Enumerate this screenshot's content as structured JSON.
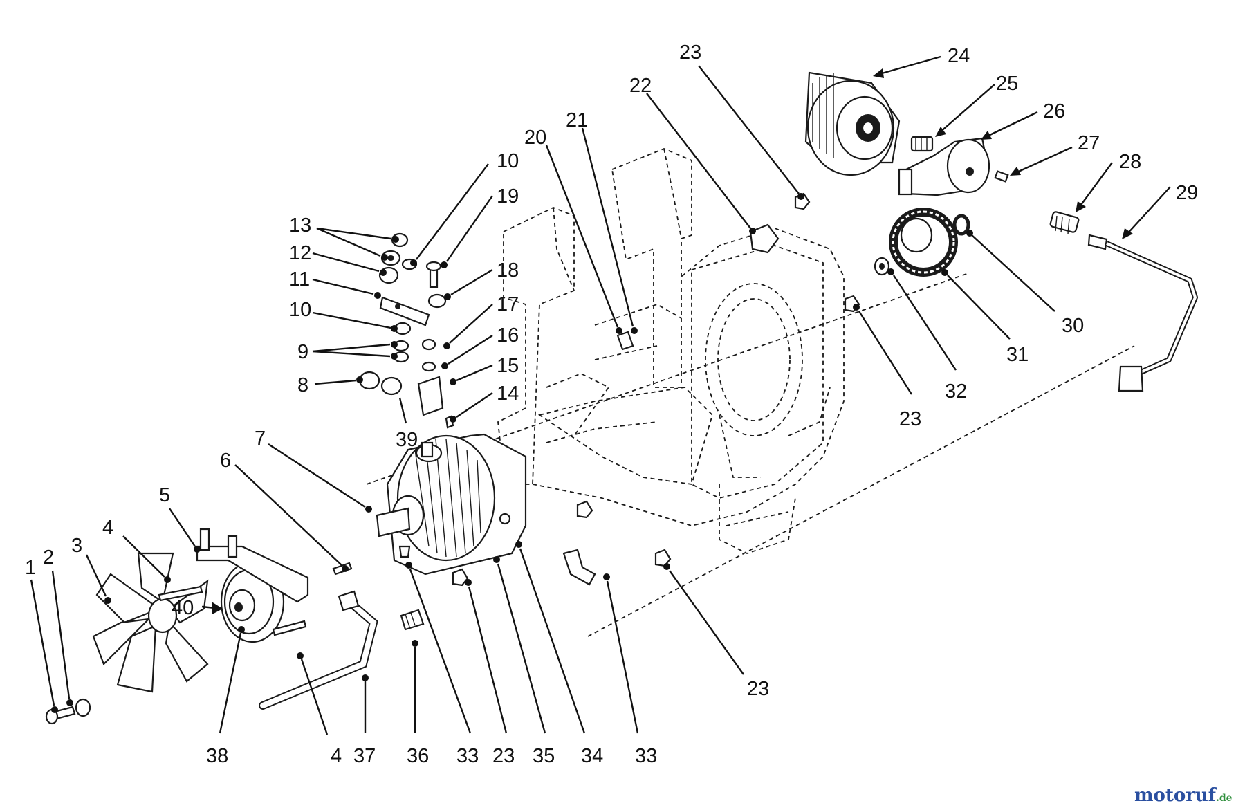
{
  "diagram": {
    "labels": [
      {
        "text": "1"
      },
      {
        "text": "2"
      },
      {
        "text": "3"
      },
      {
        "text": "4"
      },
      {
        "text": "5"
      },
      {
        "text": "6"
      },
      {
        "text": "7"
      },
      {
        "text": "8"
      },
      {
        "text": "9"
      },
      {
        "text": "10"
      },
      {
        "text": "10"
      },
      {
        "text": "11"
      },
      {
        "text": "12"
      },
      {
        "text": "13"
      },
      {
        "text": "14"
      },
      {
        "text": "15"
      },
      {
        "text": "16"
      },
      {
        "text": "17"
      },
      {
        "text": "18"
      },
      {
        "text": "19"
      },
      {
        "text": "20"
      },
      {
        "text": "21"
      },
      {
        "text": "22"
      },
      {
        "text": "23"
      },
      {
        "text": "24"
      },
      {
        "text": "25"
      },
      {
        "text": "26"
      },
      {
        "text": "27"
      },
      {
        "text": "28"
      },
      {
        "text": "29"
      },
      {
        "text": "30"
      },
      {
        "text": "31"
      },
      {
        "text": "32"
      },
      {
        "text": "23"
      },
      {
        "text": "23"
      },
      {
        "text": "23"
      },
      {
        "text": "38"
      },
      {
        "text": "4"
      },
      {
        "text": "37"
      },
      {
        "text": "36"
      },
      {
        "text": "33"
      },
      {
        "text": "23"
      },
      {
        "text": "35"
      },
      {
        "text": "34"
      },
      {
        "text": "33"
      },
      {
        "text": "39"
      },
      {
        "text": "40"
      }
    ]
  },
  "watermark": {
    "text_main": "motoruf",
    "text_suffix": ".de",
    "colors": [
      "#2a4fa0",
      "#d13b2b",
      "#e0a21c",
      "#2f8f3c"
    ]
  }
}
